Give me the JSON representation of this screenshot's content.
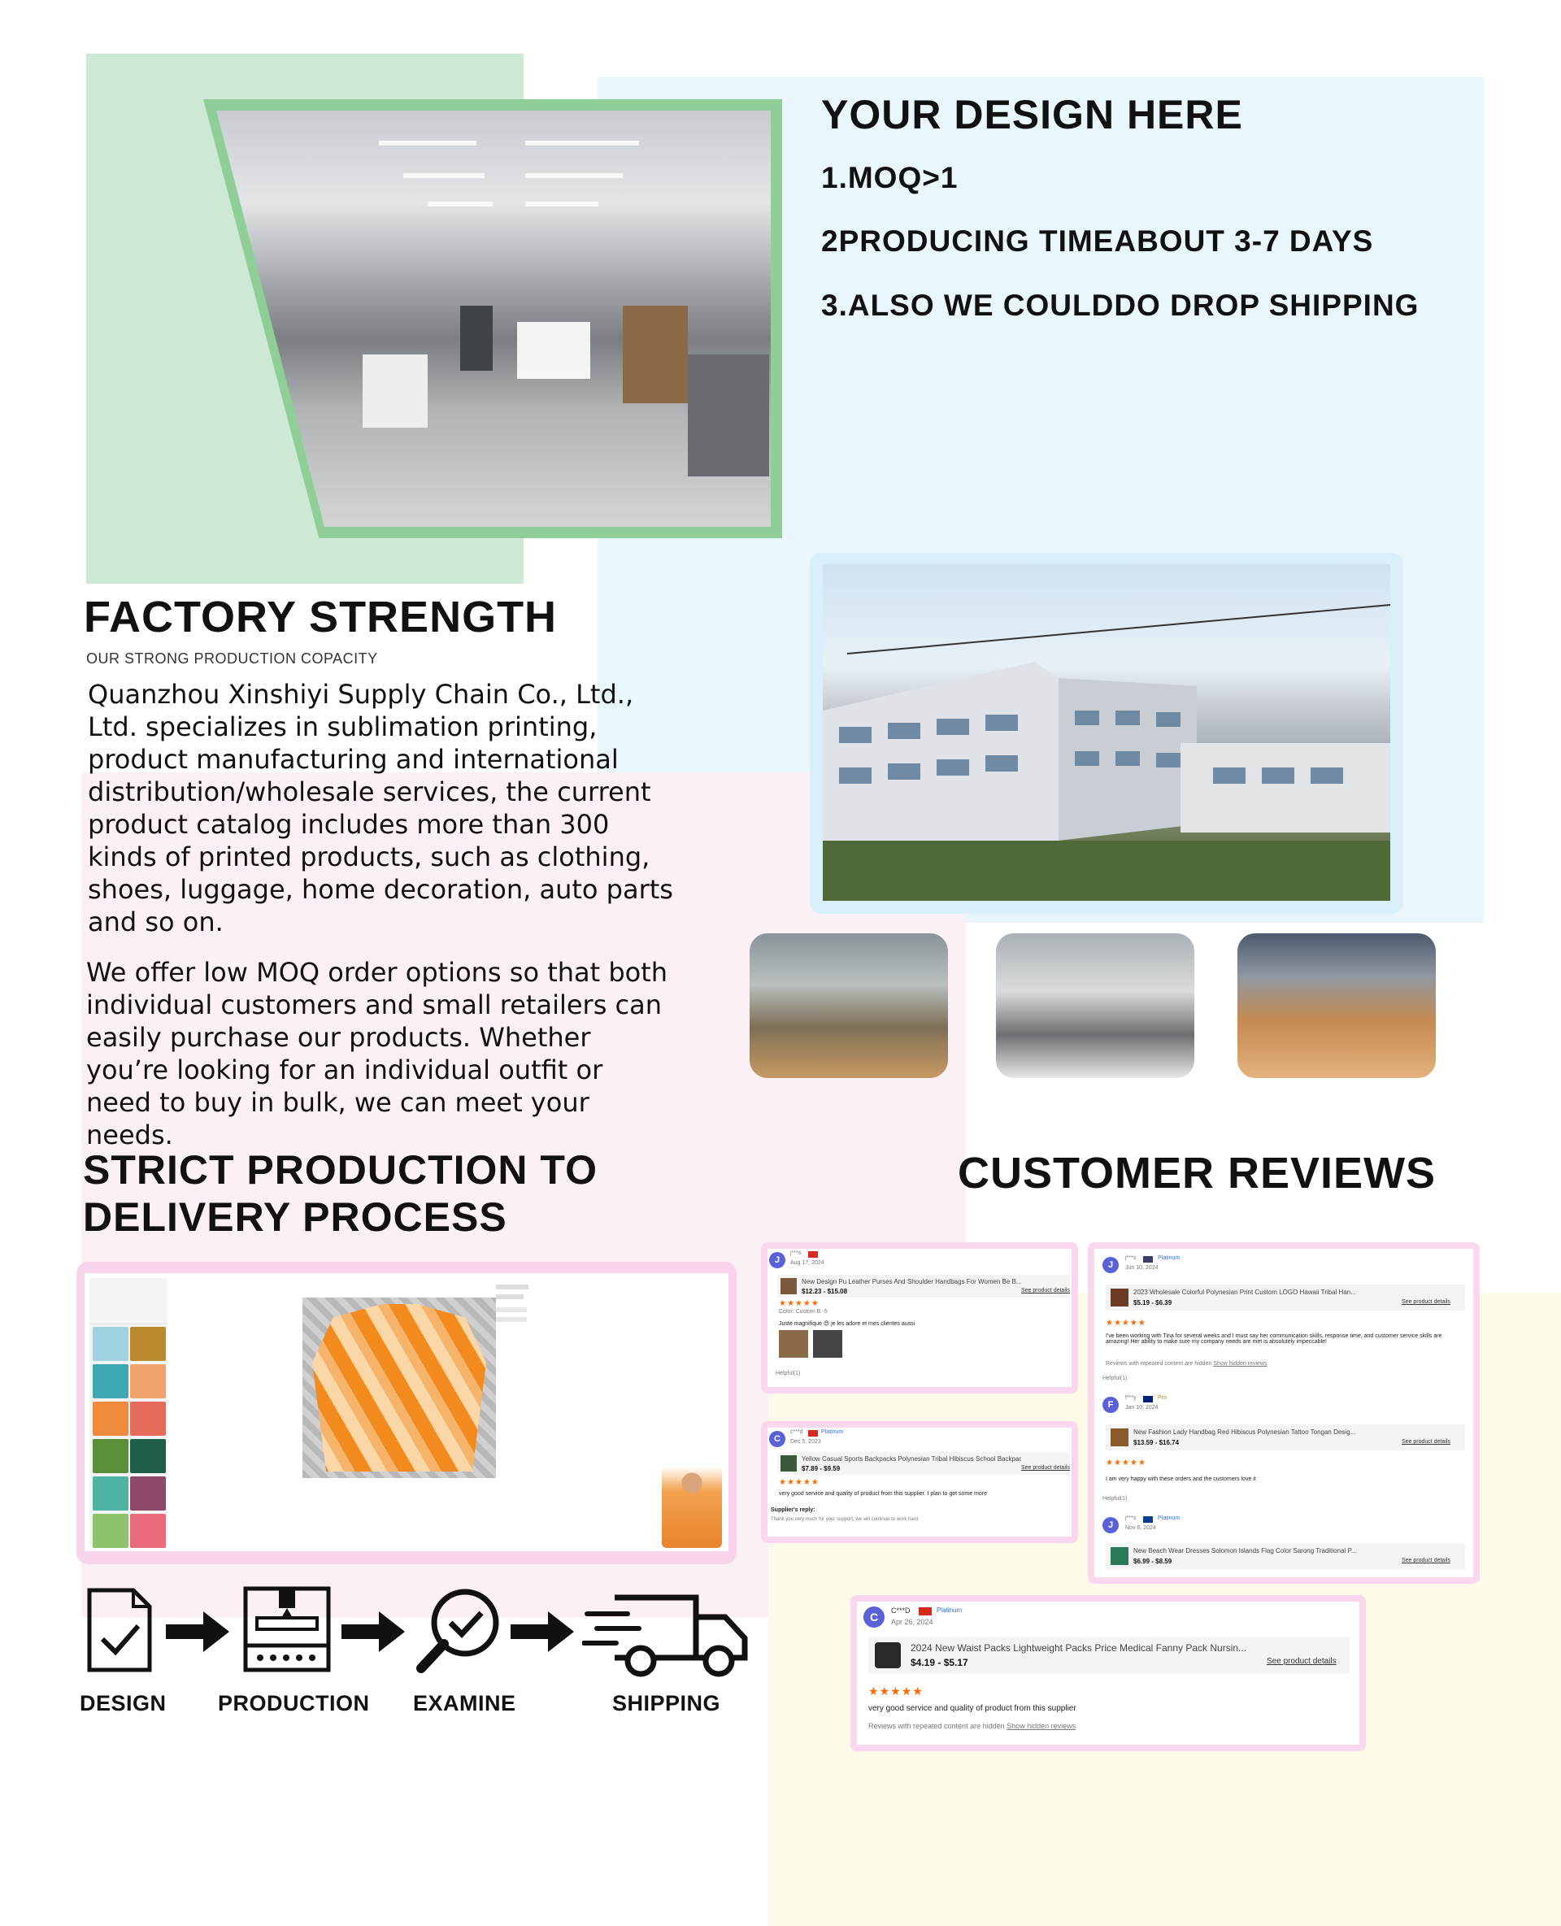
{
  "design": {
    "title": "YOUR DESIGN HERE",
    "points": [
      "1.MOQ>1",
      "2PRODUCING TIMEABOUT 3-7 DAYS",
      "3.ALSO WE COULDDO DROP SHIPPING"
    ]
  },
  "factory": {
    "title": "FACTORY STRENGTH",
    "subtitle": "OUR STRONG PRODUCTION COPACITY",
    "para1": "Quanzhou Xinshiyi Supply Chain Co., Ltd., Ltd. specializes in sublimation printing, product manufacturing and international distribution/wholesale services, the current product catalog includes more than 300 kinds of printed products, such as clothing, shoes, luggage, home decoration, auto parts and so on.",
    "para2": "We offer low MOQ order options so that both individual customers and small retailers can easily purchase our products.  Whether you’re looking for an individual outfit or need to buy in bulk, we can meet your needs."
  },
  "process": {
    "title_line1": "STRICT PRODUCTION TO",
    "title_line2": "DELIVERY PROCESS",
    "steps": [
      "DESIGN",
      "PRODUCTION",
      "EXAMINE",
      "SHIPPING"
    ]
  },
  "reviews": {
    "title": "CUSTOMER REVIEWS",
    "items": [
      {
        "initial": "J",
        "user": "j***s",
        "date": "Aug 17, 2024",
        "product": "New Design Pu Leather Purses And Shoulder Handbags For Women Be B...",
        "price": "$12.23 - $15.08",
        "link": "See product details",
        "stars": "★★★★★",
        "meta": "Color: Custom B -5",
        "text": "Juste magnifique 😍 je les adore et mes clientes aussi",
        "helpful": "Helpful(1)"
      },
      {
        "initial": "C",
        "user": "c***d",
        "date": "Dec 5, 2023",
        "badge": "Platinum",
        "product": "Yellow Casual Sports Backpacks Polynesian Tribal Hibiscus School Backpac...",
        "price": "$7.89 - $9.59",
        "link": "See product details",
        "stars": "★★★★★",
        "text": "very good service and quality of product from this supplier. I plan to get some more",
        "reply_label": "Supplier's reply:",
        "reply": "Thank you very much for your support, we will continue to work hard."
      },
      {
        "initial": "J",
        "user": "j***s",
        "date": "Jun 10, 2024",
        "badge": "Platinum",
        "product": "2023 Wholesale Colorful Polynesian Print Custom LOGO Hawaii Tribal Han...",
        "price": "$5.19 - $6.39",
        "link": "See product details",
        "stars": "★★★★★",
        "text": "I've been working with Tina for several weeks and I must say her communication skills, response time, and customer service skills are amazing! Her ability to make sure my company needs are met is absolutely impeccable!",
        "hidden": "Reviews with repeated content are hidden",
        "hidden_link": "Show hidden reviews",
        "helpful": "Helpful(1)"
      },
      {
        "initial": "F",
        "user": "f***y",
        "date": "Jan 10, 2024",
        "badge": "Pro",
        "product": "New Fashion Lady Handbag Red Hibiscus Polynesian Tattoo Tongan Desig...",
        "price": "$13.59 - $16.74",
        "link": "See product details",
        "stars": "★★★★★",
        "text": "I am very happy with these orders and the customers love it",
        "helpful": "Helpful(1)"
      },
      {
        "initial": "J",
        "user": "j***s",
        "date": "Nov 6, 2024",
        "badge": "Platinum",
        "product": "New Beach Wear Dresses Solomon Islands Flag Color Sarong Traditional P...",
        "price": "$6.99 - $8.59",
        "link": "See product details"
      },
      {
        "initial": "C",
        "user": "C***D",
        "date": "Apr 26, 2024",
        "badge": "Platinum",
        "product": "2024 New Waist Packs Lightweight Packs Price Medical Fanny Pack Nursin...",
        "price": "$4.19 - $5.17",
        "link": "See product details",
        "stars": "★★★★★",
        "text": "very good service and quality of product from this supplier",
        "hidden": "Reviews with repeated content are hidden",
        "hidden_link": "Show hidden reviews"
      }
    ]
  },
  "colors": {
    "green_bg": "#cde9d3",
    "blue_bg": "#e9f6fc",
    "pink_bg": "#fcf0f7",
    "cream_bg": "#fdfae9",
    "frame_green": "#8fcf97",
    "frame_pink": "#f9d7ec",
    "star": "#ff6a00",
    "avatar": "#5a61d8"
  },
  "icons": [
    "document-check-icon",
    "arrow-right-icon",
    "printer-machine-icon",
    "magnifier-check-icon",
    "delivery-truck-icon"
  ]
}
